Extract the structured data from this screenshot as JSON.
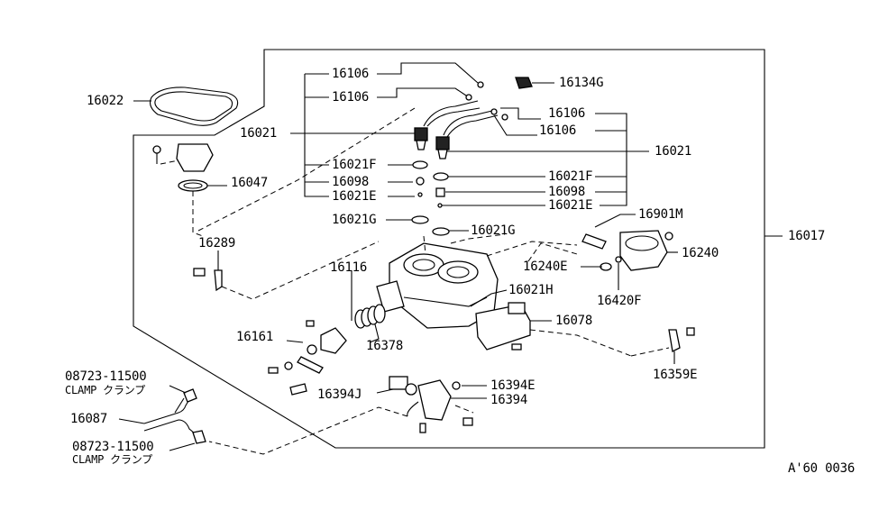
{
  "labels": {
    "p16022": "16022",
    "p16047": "16047",
    "p16289": "16289",
    "p16021_left": "16021",
    "p16106_a": "16106",
    "p16106_b": "16106",
    "p16106_c": "16106",
    "p16106_d": "16106",
    "p16134G": "16134G",
    "p16021_right": "16021",
    "p16021F_left": "16021F",
    "p16021F_right": "16021F",
    "p16098_left": "16098",
    "p16098_right": "16098",
    "p16021E_left": "16021E",
    "p16021E_right": "16021E",
    "p16021G_left": "16021G",
    "p16021G_right": "16021G",
    "p16017": "16017",
    "p16901M": "16901M",
    "p16240": "16240",
    "p16240E": "16240E",
    "p16420F": "16420F",
    "p16116": "16116",
    "p16021H": "16021H",
    "p16078": "16078",
    "p16161": "16161",
    "p16378": "16378",
    "p16359E": "16359E",
    "p16394E": "16394E",
    "p16394J": "16394J",
    "p16394": "16394",
    "p16087": "16087",
    "clamp1_code": "08723-11500",
    "clamp1_text": "CLAMP クランプ",
    "clamp2_code": "08723-11500",
    "clamp2_text": "CLAMP クランプ",
    "catalog_ref": "A'60  0036"
  }
}
